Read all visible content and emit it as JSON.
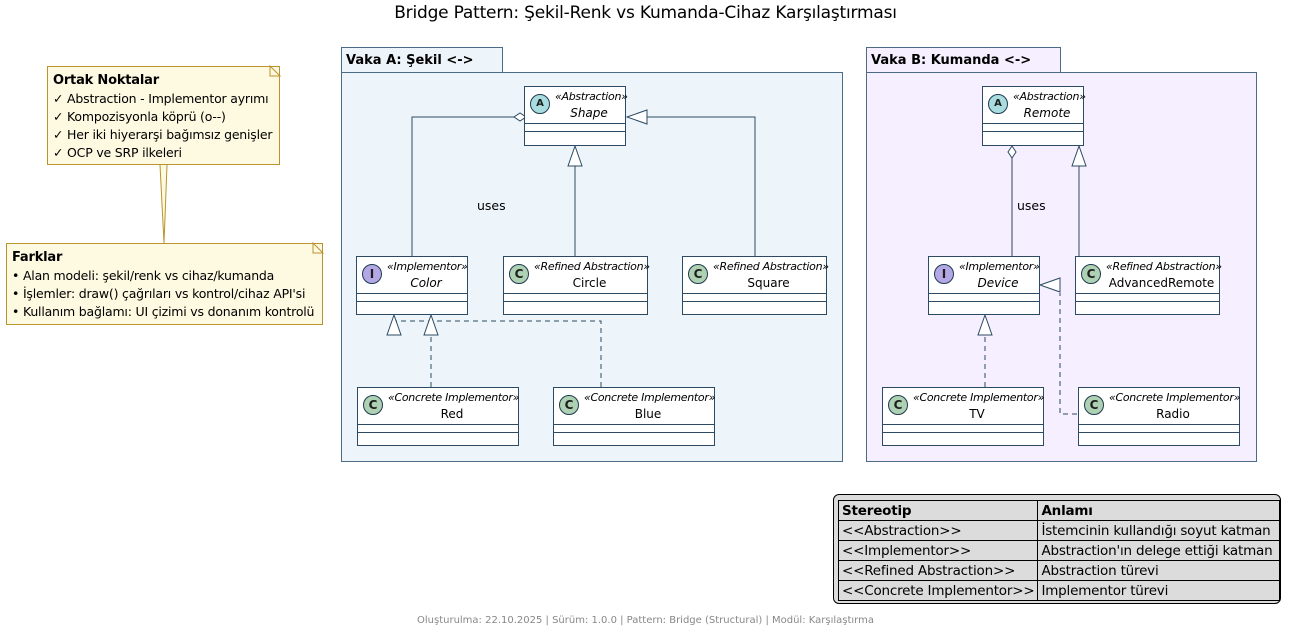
{
  "title": "Bridge Pattern: Şekil-Renk vs Kumanda-Cihaz Karşılaştırması",
  "packages": {
    "a": {
      "label": "Vaka A: Şekil <-> Renk",
      "bg": "#eef5fa"
    },
    "b": {
      "label": "Vaka B: Kumanda <-> Cihaz",
      "bg": "#f5efff"
    }
  },
  "classes": {
    "shape": {
      "badge": "A",
      "stereotype": "«Abstraction»",
      "name": "Shape"
    },
    "color": {
      "badge": "I",
      "stereotype": "«Implementor»",
      "name": "Color"
    },
    "circle": {
      "badge": "C",
      "stereotype": "«Refined Abstraction»",
      "name": "Circle"
    },
    "square": {
      "badge": "C",
      "stereotype": "«Refined Abstraction»",
      "name": "Square"
    },
    "red": {
      "badge": "C",
      "stereotype": "«Concrete Implementor»",
      "name": "Red"
    },
    "blue": {
      "badge": "C",
      "stereotype": "«Concrete Implementor»",
      "name": "Blue"
    },
    "remote": {
      "badge": "A",
      "stereotype": "«Abstraction»",
      "name": "Remote"
    },
    "device": {
      "badge": "I",
      "stereotype": "«Implementor»",
      "name": "Device"
    },
    "advanced": {
      "badge": "C",
      "stereotype": "«Refined Abstraction»",
      "name": "AdvancedRemote"
    },
    "tv": {
      "badge": "C",
      "stereotype": "«Concrete Implementor»",
      "name": "TV"
    },
    "radio": {
      "badge": "C",
      "stereotype": "«Concrete Implementor»",
      "name": "Radio"
    }
  },
  "edge_labels": {
    "uses_a": "uses",
    "uses_b": "uses"
  },
  "notes": {
    "common": {
      "title": "Ortak Noktalar",
      "lines": [
        "✓ Abstraction - Implementor ayrımı",
        "✓ Kompozisyonla köprü (o--)",
        "✓ Her iki hiyerarşi bağımsız genişler",
        "✓ OCP ve SRP ilkeleri"
      ]
    },
    "diff": {
      "title": "Farklar",
      "lines": [
        "• Alan modeli: şekil/renk vs cihaz/kumanda",
        "• İşlemler: draw() çağrıları vs kontrol/cihaz API'si",
        "• Kullanım bağlamı: UI çizimi vs donanım kontrolü"
      ]
    }
  },
  "legend": {
    "headers": [
      "Stereotip",
      "Anlamı"
    ],
    "rows": [
      [
        "<<Abstraction>>",
        "İstemcinin kullandığı soyut katman"
      ],
      [
        "<<Implementor>>",
        "Abstraction'ın delege ettiği katman"
      ],
      [
        "<<Refined Abstraction>>",
        "Abstraction türevi"
      ],
      [
        "<<Concrete Implementor>>",
        "Implementor türevi"
      ]
    ]
  },
  "footer": "Oluşturulma: 22.10.2025 | Sürüm: 1.0.0 | Pattern: Bridge (Structural) | Modül: Karşılaştırma",
  "colors": {
    "line": "#2c4a63",
    "note_bg": "#fef9e1",
    "note_border": "#b9932e",
    "badge_class": "#add1b2",
    "badge_abstract": "#a9dcdf",
    "badge_interface": "#b4a7e5"
  }
}
